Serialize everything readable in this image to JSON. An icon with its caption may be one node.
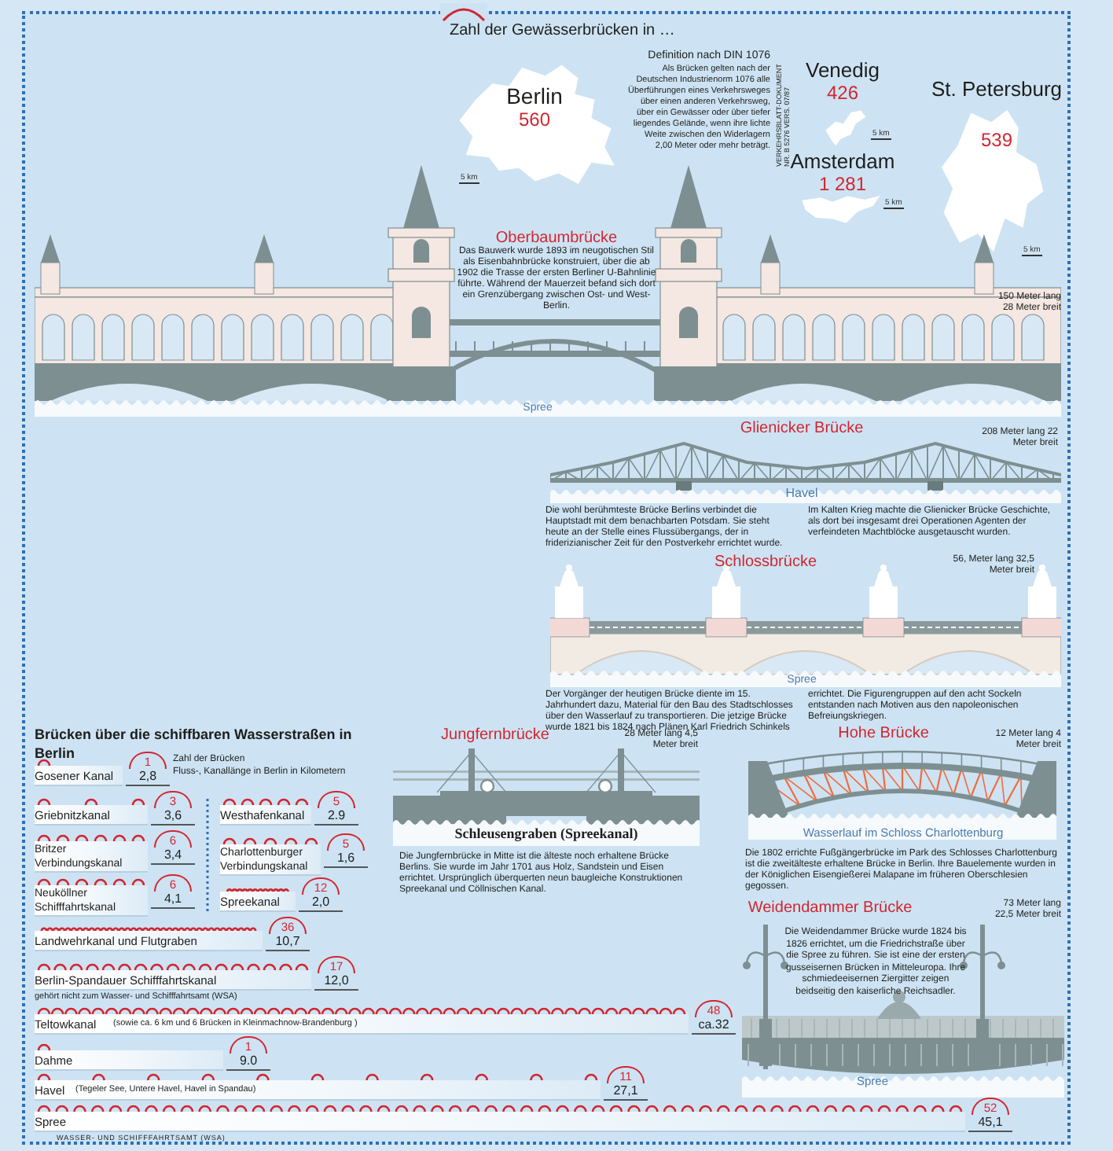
{
  "diagram": {
    "title": "Zahl der Gewässerbrücken in …",
    "nodes": [
      {
        "text": [
          "Berlin",
          "560"
        ],
        "beside": [
          "5 km"
        ]
      },
      {
        "text": [
          "Venedig",
          "426"
        ],
        "beside": [
          "5 km"
        ]
      },
      {
        "text": [
          "Amsterdam",
          "1 281"
        ],
        "beside": [
          "5 km"
        ]
      },
      {
        "text": [
          "St. Petersburg",
          "539"
        ],
        "beside": [
          "5 km"
        ]
      },
      {
        "text": [
          "Oberbaumbrücke",
          "Das Bauwerk wurde 1893 im neugotischen Stil als Eisenbahnbrücke konstruiert, über die ab 1902 die Trasse der ersten Berliner U-Bahnlinie führte. Während der Mauerzeit befand sich dort ein Grenzübergang zwischen Ost- und West-Berlin.",
          "150 Meter lang 28 Meter breit",
          "Spree"
        ]
      },
      {
        "text": [
          "Glienicker Brücke",
          "208 Meter lang 22 Meter breit",
          "Havel",
          "Die wohl berühmteste Brücke Berlins verbindet die Hauptstadt mit dem benachbarten Potsdam. Sie steht heute an der Stelle eines Flussübergangs, der in friderizianischer Zeit für den Postverkehr errichtet wurde. Im Kalten Krieg machte die Glienicker Brücke Geschichte, als dort bei insgesamt drei Operationen Agenten der verfeindeten Machtblöcke ausgetauscht wurden."
        ]
      },
      {
        "text": [
          "Schlossbrücke",
          "56, Meter lang 32,5 Meter breit",
          "Spree",
          "Der Vorgänger der heutigen Brücke diente im 15. Jahrhundert dazu, Material für den Bau des Stadtschlosses über den Wasserlauf zu transportieren. Die jetzige Brücke wurde 1821 bis 1824 nach Plänen Karl Friedrich Schinkels errichtet. Die Figurengruppen auf den acht Sockeln entstanden nach Motiven aus den napoleonischen Befreiungskriegen."
        ]
      },
      {
        "text": [
          "Jungfernbrücke",
          "28 Meter lang 4,5 Meter breit",
          "Schleusengraben (Spreekanal)",
          "Die Jungfernbrücke in Mitte ist die älteste noch erhaltene Brücke Berlins. Sie wurde im Jahr 1701 aus Holz, Sandstein und Eisen errichtet. Ursprünglich überquerten neun baugleiche Konstruktionen Spreekanal und Cöllnischen Kanal."
        ]
      },
      {
        "text": [
          "Hohe Brücke",
          "12 Meter lang 4 Meter breit",
          "Wasserlauf im Schloss Charlottenburg",
          "Die 1802 errichte Fußgängerbrücke im Park des Schlosses Charlottenburg ist die zweitälteste erhaltene Brücke in Berlin. Ihre Bauelemente wurden in der Königlichen Eisengießerei Malapane im früheren Oberschlesien gegossen."
        ]
      },
      {
        "text": [
          "Weidendammer Brücke",
          "73 Meter lang 22,5 Meter breit",
          "Die Weidendammer Brücke wurde 1824 bis 1826 errichtet, um die Friedrichstraße über die Spree zu führen. Sie ist eine der ersten gusseisernen Brücken in Mitteleuropa. Ihre schmiedeeisernen Ziergitter zeigen beidseitig den kaiserliche Reichsadler.",
          "Spree"
        ]
      },
      {
        "text": [
          "Gosener Kanal",
          "1",
          "2,8"
        ]
      },
      {
        "text": [
          "Griebnitzkanal",
          "3",
          "3,6"
        ]
      },
      {
        "text": [
          "Britzer Verbindungskanal",
          "6",
          "3,4"
        ]
      },
      {
        "text": [
          "Neuköllner Schifffahrtskanal",
          "6",
          "4,1"
        ]
      },
      {
        "text": [
          "Westhafenkanal",
          "5",
          "2.9"
        ]
      },
      {
        "text": [
          "Charlottenburger Verbindungskanal",
          "5",
          "1,6"
        ]
      },
      {
        "text": [
          "Spreekanal",
          "12",
          "2,0"
        ]
      },
      {
        "text": [
          "Landwehrkanal und Flutgraben",
          "36",
          "10,7"
        ]
      },
      {
        "text": [
          "Berlin-Spandauer Schifffahrtskanal",
          "17",
          "12,0",
          "gehört nicht zum Wasser- und Schifffahrtsamt (WSA)"
        ]
      },
      {
        "text": [
          "Teltowkanal",
          "(sowie ca. 6 km und 6 Brücken in Kleinmachnow-Brandenburg )",
          "48",
          "ca.32"
        ]
      },
      {
        "text": [
          "Dahme",
          "1",
          "9.0"
        ]
      },
      {
        "text": [
          "Havel",
          "(Tegeler See, Untere Havel, Havel in Spandau)",
          "11",
          "27,1"
        ]
      },
      {
        "text": [
          "Spree",
          "52",
          "45,1"
        ]
      }
    ],
    "labels": [
      "Definition nach DIN 1076",
      "Als Brücken gelten nach der Deutschen Industrienorm 1076 alle Überführungen eines Verkehrsweges über einen anderen Verkehrsweg, über ein Gewässer oder über tiefer liegendes Gelände, wenn ihre lichte Weite zwischen den Widerlagern 2,00 Meter oder mehr beträgt.",
      "VERKEHRSBLATT-DOKUMENT NR. B 5276 VERS. 07/87",
      "Brücken über die schiffbaren Wasserstraßen in Berlin",
      "Zahl der Brücken",
      "Fluss-, Kanallänge in Berlin in Kilometern",
      "WASSER- UND SCHIFFFAHRTSAMT (WSA)"
    ]
  }
}
